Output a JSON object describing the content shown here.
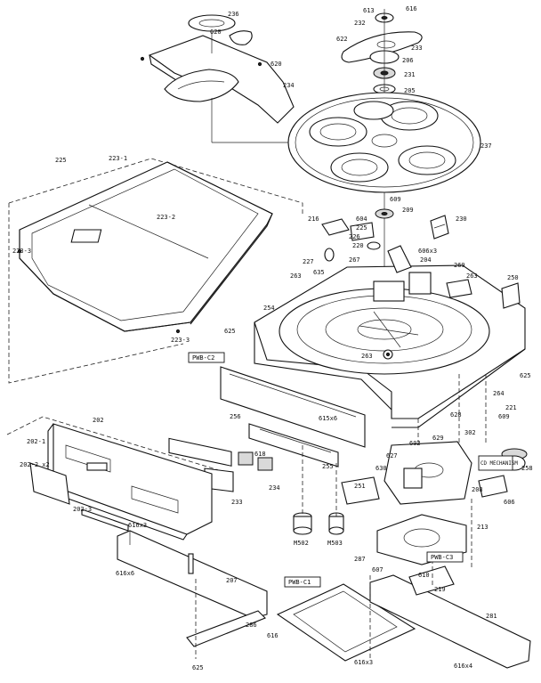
{
  "title": "",
  "boxed_labels": {
    "pwb_c2": "PWB-C2",
    "pwb_c1": "PWB-C1",
    "pwb_c3": "PWB-C3",
    "cd_mechanism": "CD MECHANISM"
  },
  "part_labels": {
    "p613": "613",
    "p616a": "616",
    "p232": "232",
    "p622": "622",
    "p233": "233",
    "p206": "206",
    "p231": "231",
    "p205": "205",
    "p236": "236",
    "p620a": "620",
    "p620b": "620",
    "p234": "234",
    "p237": "237",
    "p225": "225",
    "p223_1": "223-1",
    "p223_2": "223-2",
    "p223_3a": "223-3",
    "p223_3b": "223-3",
    "p609a": "609",
    "p209": "209",
    "p230": "230",
    "p216": "216",
    "p604": "604",
    "p225b": "225",
    "p226": "226",
    "p220": "220",
    "p227": "227",
    "p267": "267",
    "p206x3": "606x3",
    "p204": "204",
    "p269": "269",
    "p263a": "263",
    "p250": "250",
    "p635a": "635",
    "p263b": "263",
    "p254": "254",
    "p625a": "625",
    "p263c": "263",
    "p625b": "625",
    "p264": "264",
    "p221": "221",
    "p609b": "609",
    "p615x6a": "615x6",
    "p202": "202",
    "p202_1": "202-1",
    "p202_2": "202-2 x2",
    "p202_3": "202-3",
    "p256": "256",
    "p618": "618",
    "p255": "255",
    "p233b": "233",
    "p234b": "234",
    "p616x3": "616x3",
    "p628": "628",
    "p629": "629",
    "p302": "302",
    "p602": "602",
    "p630": "630",
    "p627": "627",
    "p208": "208",
    "p606": "606",
    "p258": "258",
    "p251": "251",
    "m502": "M502",
    "m503": "M503",
    "p213": "213",
    "p287": "287",
    "p607": "607",
    "p610": "610",
    "p219": "219",
    "p616x6": "616x6",
    "p207": "207",
    "p286": "286",
    "p616b": "616",
    "p625c": "625",
    "p281": "281",
    "p616x3b": "616x3",
    "p616x4": "616x4"
  }
}
